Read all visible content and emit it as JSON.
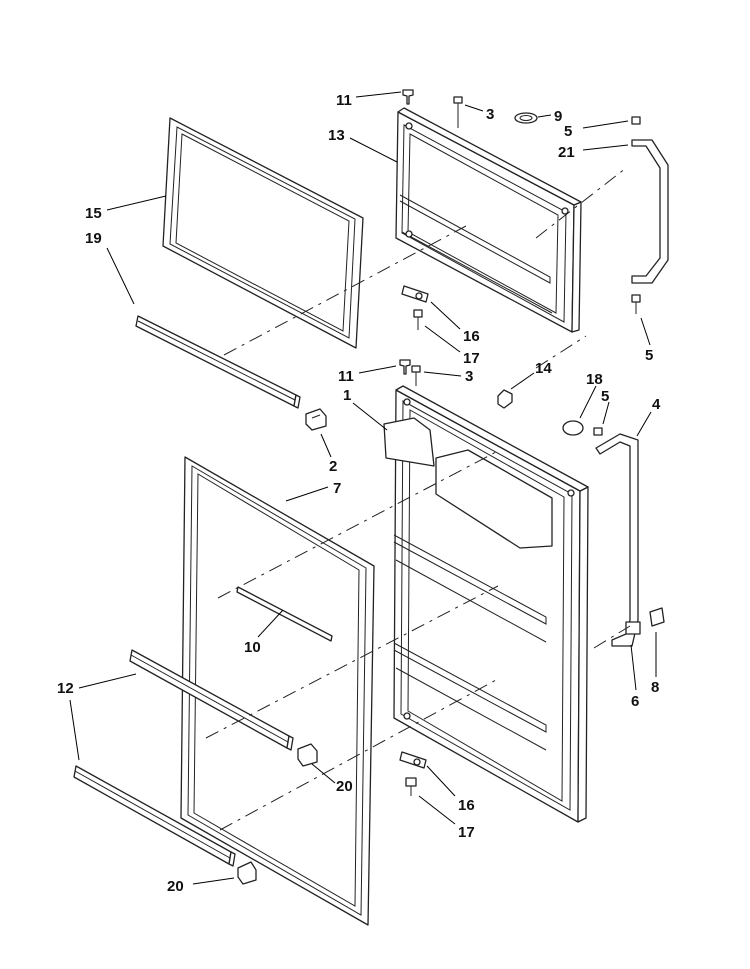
{
  "callouts": [
    {
      "id": "c11a",
      "label": "11"
    },
    {
      "id": "c3a",
      "label": "3"
    },
    {
      "id": "c9",
      "label": "9"
    },
    {
      "id": "c5a",
      "label": "5"
    },
    {
      "id": "c21",
      "label": "21"
    },
    {
      "id": "c13",
      "label": "13"
    },
    {
      "id": "c15",
      "label": "15"
    },
    {
      "id": "c19",
      "label": "19"
    },
    {
      "id": "c16a",
      "label": "16"
    },
    {
      "id": "c17a",
      "label": "17"
    },
    {
      "id": "c5b",
      "label": "5"
    },
    {
      "id": "c11b",
      "label": "11"
    },
    {
      "id": "c3b",
      "label": "3"
    },
    {
      "id": "c14",
      "label": "14"
    },
    {
      "id": "c18",
      "label": "18"
    },
    {
      "id": "c5c",
      "label": "5"
    },
    {
      "id": "c4",
      "label": "4"
    },
    {
      "id": "c1",
      "label": "1"
    },
    {
      "id": "c2",
      "label": "2"
    },
    {
      "id": "c7",
      "label": "7"
    },
    {
      "id": "c10",
      "label": "10"
    },
    {
      "id": "c12",
      "label": "12"
    },
    {
      "id": "c6",
      "label": "6"
    },
    {
      "id": "c8",
      "label": "8"
    },
    {
      "id": "c20a",
      "label": "20"
    },
    {
      "id": "c16b",
      "label": "16"
    },
    {
      "id": "c17b",
      "label": "17"
    },
    {
      "id": "c20b",
      "label": "20"
    }
  ]
}
